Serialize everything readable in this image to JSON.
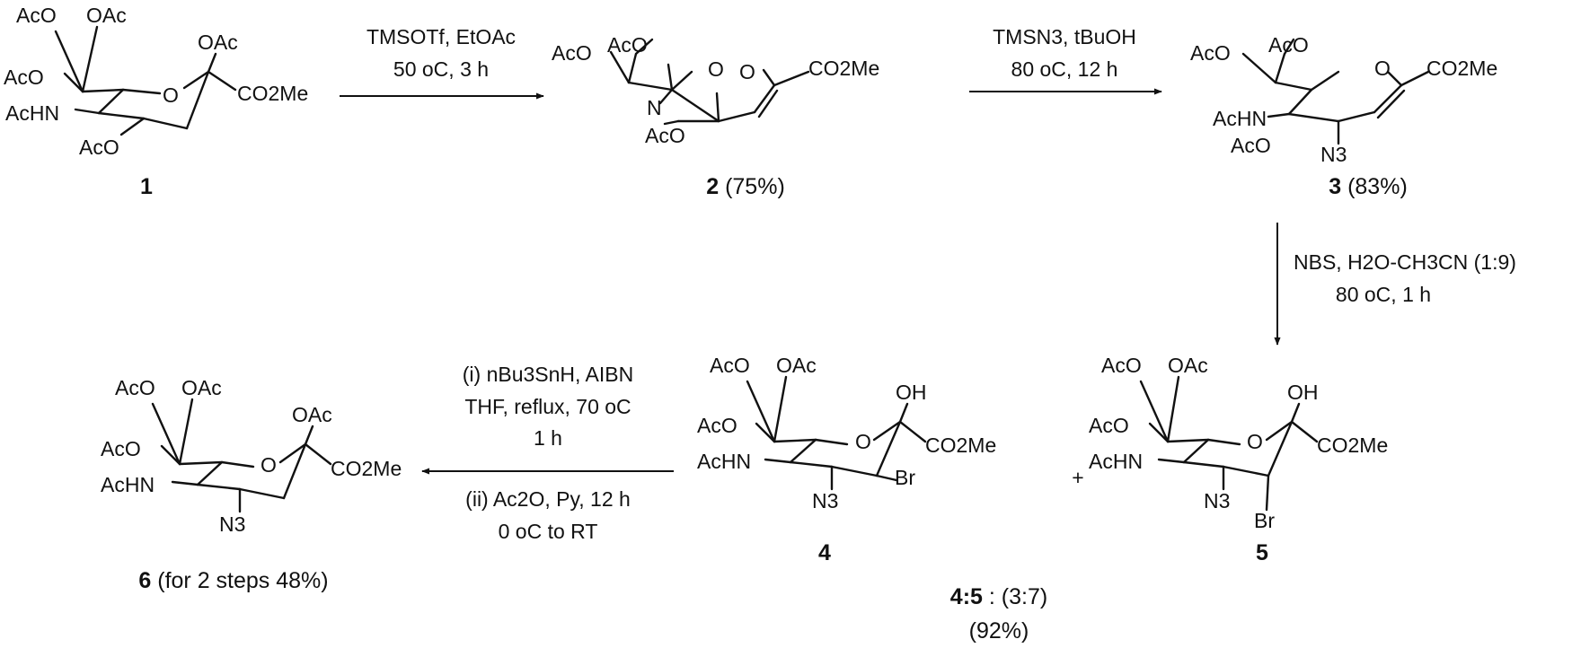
{
  "compounds": [
    {
      "id": "1",
      "labels": {
        "c8": "AcO",
        "c9": "OAc",
        "c7": "AcO",
        "n5": "AcHN",
        "c4": "AcO",
        "oring": "O",
        "c2oac": "OAc",
        "ester": "CO2Me"
      },
      "caption": {
        "num": "1",
        "yield": ""
      }
    },
    {
      "id": "2",
      "labels": {
        "c9": "AcO",
        "c8": "AcO",
        "n": "N",
        "c4": "AcO",
        "ox": "O",
        "oring": "O",
        "ester": "CO2Me"
      },
      "caption": {
        "num": "2",
        "yield": "(75%)"
      }
    },
    {
      "id": "3",
      "labels": {
        "c9": "AcO",
        "c8": "AcO",
        "n5": "AcHN",
        "c7": "AcO",
        "azide": "N3",
        "oring": "O",
        "ester": "CO2Me"
      },
      "caption": {
        "num": "3",
        "yield": "(83%)"
      }
    },
    {
      "id": "4",
      "labels": {
        "c8": "AcO",
        "c9": "OAc",
        "c7": "AcO",
        "n5": "AcHN",
        "azide": "N3",
        "oring": "O",
        "oh": "OH",
        "ester": "CO2Me",
        "br": "Br"
      },
      "caption": {
        "num": "4",
        "yield": ""
      }
    },
    {
      "id": "5",
      "labels": {
        "c8": "AcO",
        "c9": "OAc",
        "c7": "AcO",
        "n5": "AcHN",
        "azide": "N3",
        "oring": "O",
        "oh": "OH",
        "ester": "CO2Me",
        "br": "Br"
      },
      "caption": {
        "num": "5",
        "yield": ""
      }
    },
    {
      "id": "6",
      "labels": {
        "c8": "AcO",
        "c9": "OAc",
        "c7": "AcO",
        "n5": "AcHN",
        "azide": "N3",
        "oring": "O",
        "c2oac": "OAc",
        "ester": "CO2Me"
      },
      "caption": {
        "num": "6",
        "yield": "(for 2 steps 48%)"
      }
    }
  ],
  "reactions": [
    {
      "id": "step1",
      "from": "1",
      "to": "2",
      "conditions": [
        "TMSOTf, EtOAc",
        "50 oC, 3 h"
      ]
    },
    {
      "id": "step2",
      "from": "2",
      "to": "3",
      "conditions": [
        "TMSN3, tBuOH",
        "80 oC, 12 h"
      ]
    },
    {
      "id": "step3",
      "from": "3",
      "to": "4 + 5",
      "conditions": [
        "NBS, H2O-CH3CN (1:9)",
        "80 oC, 1 h"
      ]
    },
    {
      "id": "step4",
      "from": "4",
      "to": "6",
      "conditions": [
        "(i) nBu3SnH, AIBN",
        "THF, reflux, 70 oC",
        "1 h",
        "(ii) Ac2O, Py, 12 h",
        "0 oC to RT"
      ]
    }
  ],
  "plus": "+",
  "ratio": {
    "compounds": "4:5",
    "value": " : (3:7)",
    "yield": "(92%)"
  }
}
